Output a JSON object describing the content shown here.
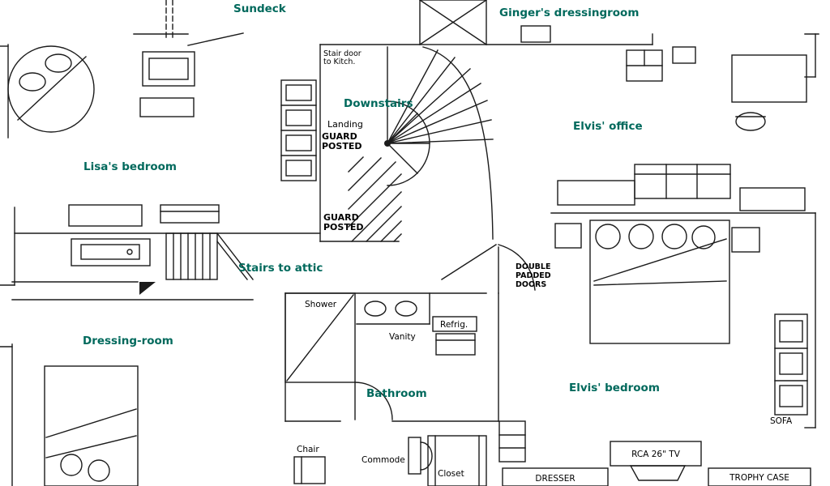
{
  "palette": {
    "background": "#ffffff",
    "line": "#1b1b1b",
    "room_label": "#00695c",
    "annotation": "#000000"
  },
  "rooms": {
    "sundeck": "Sundeck",
    "gingers_dressingroom": "Ginger's dressingroom",
    "downstairs": "Downstairs",
    "elvis_office": "Elvis' office",
    "lisas_bedroom": "Lisa's bedroom",
    "stairs_to_attic": "Stairs to attic",
    "dressing_room": "Dressing-room",
    "bathroom": "Bathroom",
    "elvis_bedroom": "Elvis' bedroom"
  },
  "annotations": {
    "stair_door_line1": "Stair door",
    "stair_door_line2": "to Kitch.",
    "landing": "Landing",
    "guard_line1": "GUARD",
    "guard_line2": "POSTED",
    "padded_line1": "DOUBLE",
    "padded_line2": "PADDED",
    "padded_line3": "DOORS"
  },
  "fixtures": {
    "shower": "Shower",
    "vanity": "Vanity",
    "refrig": "Refrig.",
    "sofa": "SOFA",
    "chair": "Chair",
    "commode": "Commode",
    "closet": "Closet",
    "dresser": "DRESSER",
    "tv": "RCA 26\" TV",
    "trophy_case": "TROPHY CASE"
  }
}
